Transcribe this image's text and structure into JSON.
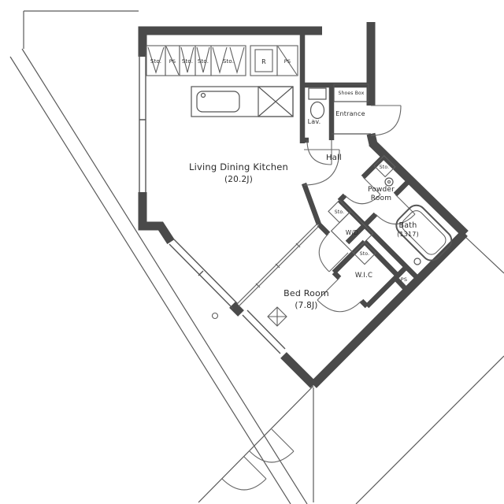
{
  "floorplan": {
    "rooms": {
      "ldk_name": "Living Dining Kitchen",
      "ldk_size": "(20.2J)",
      "bedroom_name": "Bed Room",
      "bedroom_size": "(7.8J)",
      "bath_name": "Bath",
      "bath_size": "(1317)",
      "hall": "Hall",
      "entrance": "Entrance",
      "lavatory": "Lav.",
      "powder_line1": "Powder",
      "powder_line2": "Room",
      "wic": "W.I.C",
      "washer_dryer": "W/D",
      "shoes_box": "Shoes Box"
    },
    "small_labels": {
      "storage": "Sto.",
      "pipe_space": "PS",
      "refrigerator": "R"
    },
    "colors": {
      "wall": "#4a4a4a",
      "thin_line": "#5a5a5a",
      "text": "#2b2b2b",
      "background": "#ffffff"
    }
  }
}
